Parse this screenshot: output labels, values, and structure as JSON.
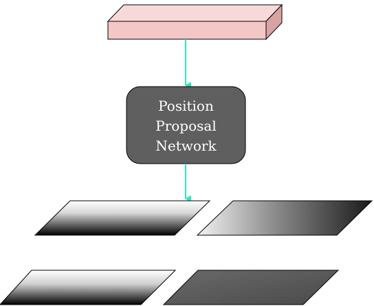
{
  "diagram": {
    "network_node": {
      "lines": [
        "Position",
        "Proposal",
        "Network"
      ]
    },
    "colors": {
      "input_block_front": "#f4c7c7",
      "input_block_top": "#f8d9d9",
      "input_block_side": "#d8a3a3",
      "network_node_fill": "#5f5f5f",
      "arrow": "#2ee8c1",
      "outline": "#000000"
    },
    "output_maps": [
      {
        "name": "output-map-top-left",
        "gradient": "white-to-black-vertical"
      },
      {
        "name": "output-map-top-right",
        "gradient": "light-to-dark-horizontal"
      },
      {
        "name": "output-map-bottom-left",
        "gradient": "white-to-black-vertical"
      },
      {
        "name": "output-map-bottom-right",
        "gradient": "dark-gray-uniform"
      }
    ]
  }
}
